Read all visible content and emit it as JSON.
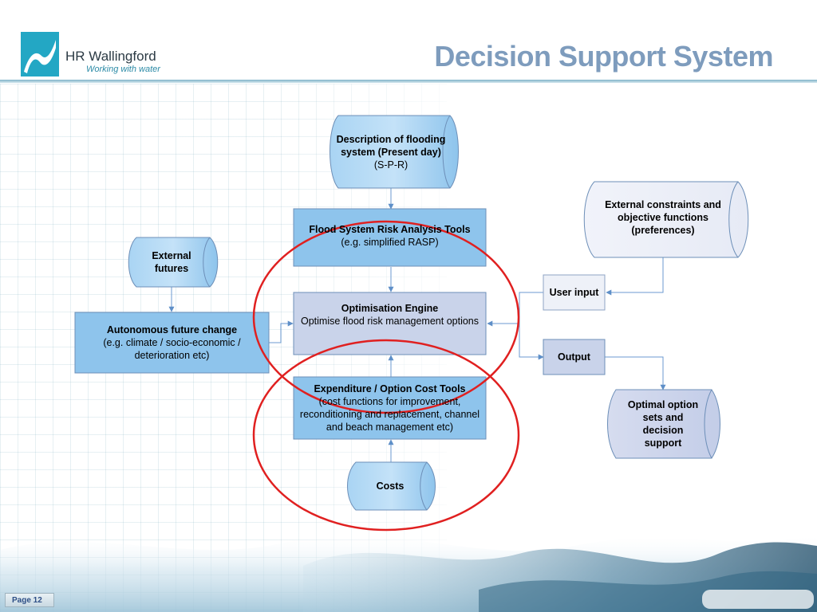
{
  "header": {
    "title": "Decision Support System",
    "logo_name": "HR Wallingford",
    "logo_tagline": "Working with water"
  },
  "nodes": {
    "description": {
      "title": "Description of flooding system (Present day)",
      "detail": "(S-P-R)"
    },
    "risk_tools": {
      "title": "Flood System Risk Analysis Tools",
      "detail": "(e.g. simplified RASP)"
    },
    "optimisation": {
      "title": "Optimisation Engine",
      "detail": "Optimise flood risk management options"
    },
    "expenditure": {
      "title": "Expenditure / Option Cost Tools",
      "detail": "(cost functions for improvement, reconditioning and replacement, channel and beach management etc)"
    },
    "costs": {
      "title": "Costs"
    },
    "external_futures": {
      "title": "External futures"
    },
    "autonomous": {
      "title": "Autonomous future change",
      "detail": "(e.g. climate / socio-economic / deterioration etc)"
    },
    "external_constraints": {
      "title": "External constraints and objective functions (preferences)"
    },
    "user_input": {
      "title": "User input"
    },
    "output": {
      "title": "Output"
    },
    "optimal": {
      "title": "Optimal option sets and decision support"
    }
  },
  "footer": {
    "page_label": "Page 12"
  },
  "colors": {
    "box_blue": "#8ec4ec",
    "box_lavender": "#c9d3ea",
    "box_pale": "#eef1f8",
    "title_color": "#7e9cbd",
    "highlight_circle": "#e02020",
    "connector": "#6b9ad0"
  }
}
